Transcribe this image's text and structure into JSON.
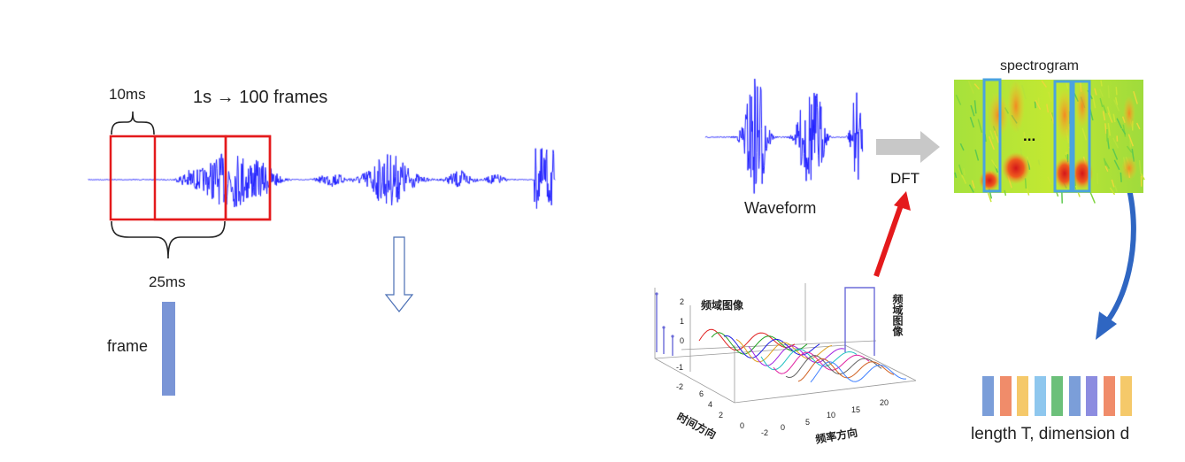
{
  "labels": {
    "hop": "10ms",
    "rate": "1s → 100 frames",
    "window": "25ms",
    "frame": "frame",
    "waveform": "Waveform",
    "dft": "DFT",
    "spectrogram": "spectrogram",
    "ellipsis": "...",
    "output": "length T, dimension d"
  },
  "dft_figure": {
    "title": "频域图像",
    "time_axis": "时间方向",
    "freq_axis": "频率方向",
    "side_label": "频域图像",
    "z_ticks": [
      "2",
      "1",
      "0",
      "-1",
      "-2"
    ],
    "t_ticks": [
      "6",
      "4",
      "2",
      "0",
      "-2"
    ],
    "f_ticks": [
      "0",
      "5",
      "10",
      "15",
      "20"
    ]
  },
  "colors": {
    "waveform": "#1f1fff",
    "frame_box": "#e41a1c",
    "frame_bar": "#7a95d6",
    "highlight": "#4aa3df",
    "arrow_gray": "#c8c8c8",
    "arrow_red": "#e41a1c",
    "curve_arrow": "#2f66c2",
    "output_bars": [
      "#7b9ed9",
      "#f08c6a",
      "#f5c96a",
      "#8ec7ee",
      "#6cc07a",
      "#7b9ed9",
      "#8c8ce0",
      "#f08c6a",
      "#f5c96a"
    ]
  }
}
